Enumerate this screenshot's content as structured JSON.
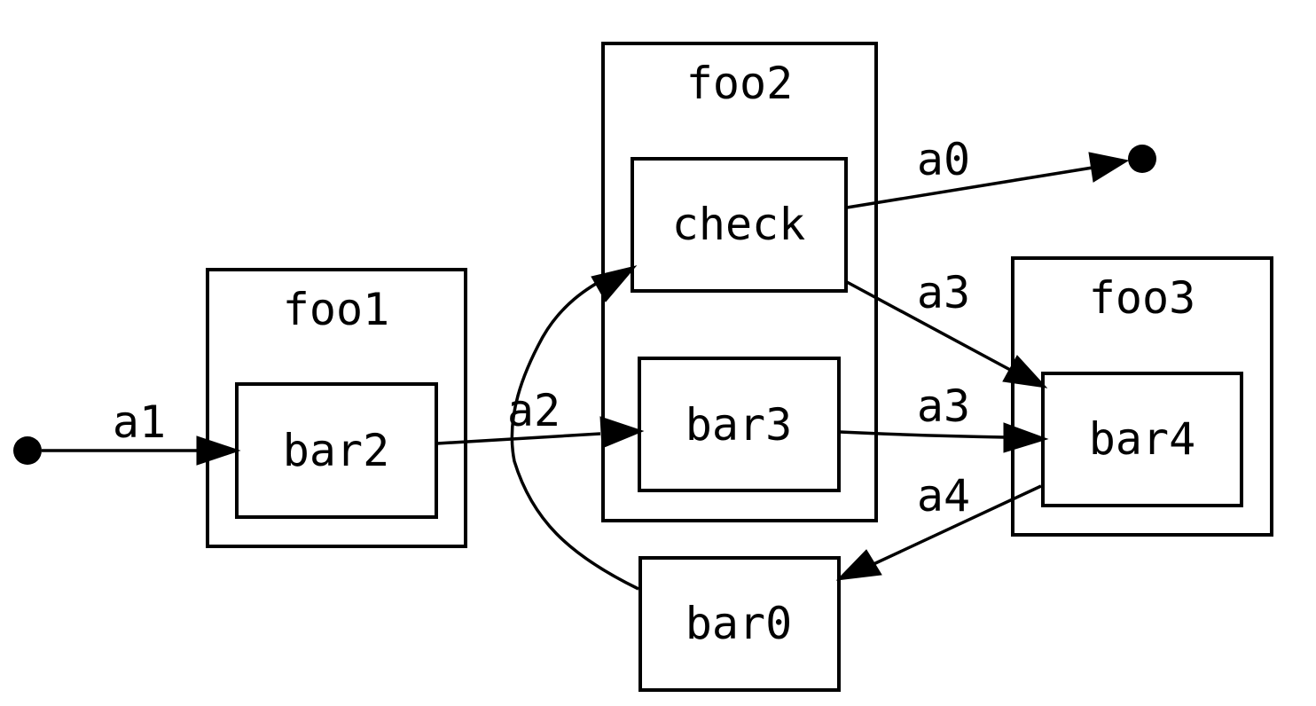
{
  "diagram": {
    "type": "state-machine",
    "colors": {
      "stroke": "#000000",
      "background": "#ffffff"
    },
    "clusters": [
      {
        "id": "foo1",
        "label": "foo1",
        "children": [
          "bar2"
        ]
      },
      {
        "id": "foo2",
        "label": "foo2",
        "children": [
          "check",
          "bar3"
        ]
      },
      {
        "id": "foo3",
        "label": "foo3",
        "children": [
          "bar4"
        ]
      }
    ],
    "nodes": [
      {
        "id": "start",
        "shape": "point",
        "label": ""
      },
      {
        "id": "end",
        "shape": "point",
        "label": ""
      },
      {
        "id": "bar2",
        "shape": "box",
        "label": "bar2"
      },
      {
        "id": "check",
        "shape": "box",
        "label": "check"
      },
      {
        "id": "bar3",
        "shape": "box",
        "label": "bar3"
      },
      {
        "id": "bar4",
        "shape": "box",
        "label": "bar4"
      },
      {
        "id": "bar0",
        "shape": "box",
        "label": "bar0"
      }
    ],
    "edges": [
      {
        "id": "e-start-bar2",
        "from": "start",
        "to": "bar2",
        "label": "a1"
      },
      {
        "id": "e-bar2-bar3",
        "from": "bar2",
        "to": "bar3",
        "label": "a2"
      },
      {
        "id": "e-check-end",
        "from": "check",
        "to": "end",
        "label": "a0"
      },
      {
        "id": "e-check-bar4",
        "from": "check",
        "to": "bar4",
        "label": "a3"
      },
      {
        "id": "e-bar3-bar4",
        "from": "bar3",
        "to": "bar4",
        "label": "a3"
      },
      {
        "id": "e-bar4-bar0",
        "from": "bar4",
        "to": "bar0",
        "label": "a4"
      },
      {
        "id": "e-bar0-check",
        "from": "bar0",
        "to": "check",
        "label": ""
      }
    ]
  }
}
